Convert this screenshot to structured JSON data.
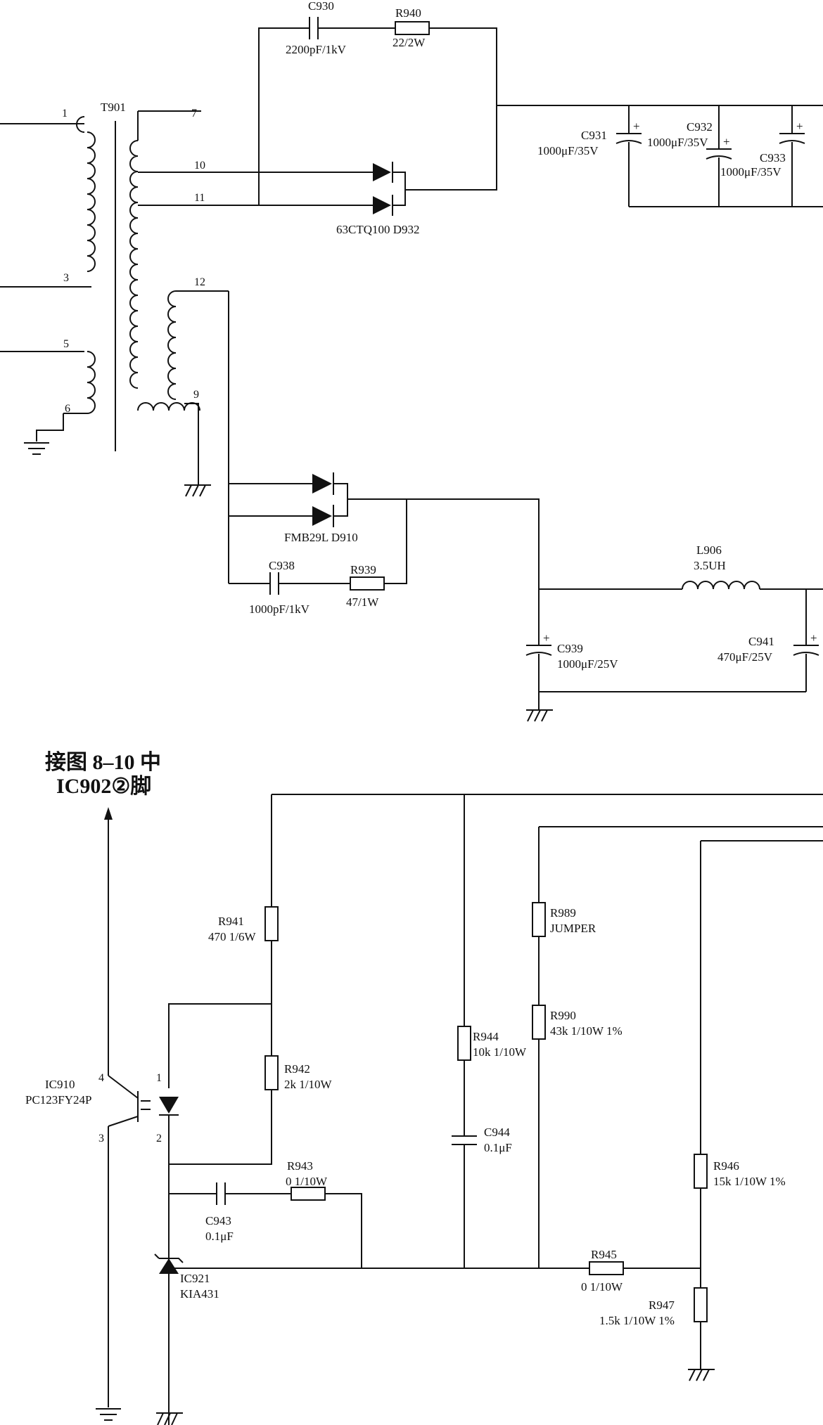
{
  "parts": {
    "t901": "T901",
    "c930": {
      "ref": "C930",
      "value": "2200pF/1kV"
    },
    "r940": {
      "ref": "R940",
      "value": "22/2W"
    },
    "c931": {
      "ref": "C931",
      "value": "1000μF/35V"
    },
    "c932": {
      "ref": "C932",
      "value": "1000μF/35V"
    },
    "c933": {
      "ref": "C933",
      "value": "1000μF/35V"
    },
    "d932": "63CTQ100  D932",
    "d910": "FMB29L  D910",
    "c938": {
      "ref": "C938",
      "value": "1000pF/1kV"
    },
    "r939": {
      "ref": "R939",
      "value": "47/1W"
    },
    "l906": {
      "ref": "L906",
      "value": "3.5UH"
    },
    "c939": {
      "ref": "C939",
      "value": "1000μF/25V"
    },
    "c941": {
      "ref": "C941",
      "value": "470μF/25V"
    },
    "r941": {
      "ref": "R941",
      "value": "470 1/6W"
    },
    "r942": {
      "ref": "R942",
      "value": "2k 1/10W"
    },
    "r943": {
      "ref": "R943",
      "value": "0 1/10W"
    },
    "c943": {
      "ref": "C943",
      "value": "0.1μF"
    },
    "ic910": {
      "ref": "IC910",
      "value": "PC123FY24P"
    },
    "ic921": {
      "ref": "IC921",
      "value": "KIA431"
    },
    "r944": {
      "ref": "R944",
      "value": "10k 1/10W"
    },
    "c944": {
      "ref": "C944",
      "value": "0.1μF"
    },
    "r989": {
      "ref": "R989",
      "value": "JUMPER"
    },
    "r990": {
      "ref": "R990",
      "value": "43k 1/10W 1%"
    },
    "r946": {
      "ref": "R946",
      "value": "15k 1/10W 1%"
    },
    "r945": {
      "ref": "R945",
      "value": "0 1/10W"
    },
    "r947": {
      "ref": "R947",
      "value": "1.5k 1/10W 1%"
    }
  },
  "pins": {
    "t1": "1",
    "t3": "3",
    "t5": "5",
    "t6": "6",
    "t7": "7",
    "t10": "10",
    "t11": "11",
    "t12": "12",
    "t9": "9",
    "o4": "4",
    "o3": "3",
    "o1": "1",
    "o2": "2"
  },
  "notes": {
    "line1": "接图 8–10 中",
    "line2": "IC902②脚"
  }
}
